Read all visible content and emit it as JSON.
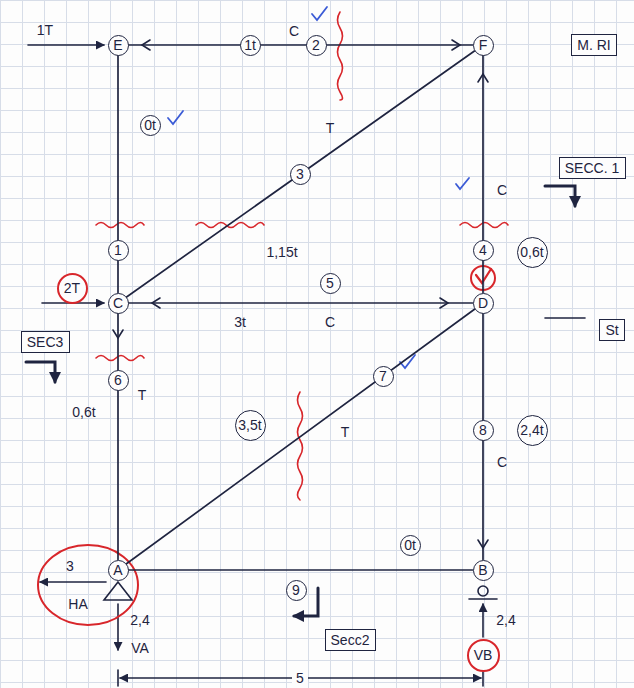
{
  "diagram": {
    "nodes": [
      {
        "text": [
          "E"
        ]
      },
      {
        "text": [
          "1t"
        ]
      },
      {
        "text": [
          "2"
        ]
      },
      {
        "text": [
          "F"
        ]
      },
      {
        "text": [
          "M. RI"
        ]
      },
      {
        "text": [
          "0t"
        ]
      },
      {
        "text": [
          "3"
        ]
      },
      {
        "text": [
          "SECC. 1"
        ]
      },
      {
        "text": [
          "1"
        ]
      },
      {
        "text": [
          "4"
        ]
      },
      {
        "text": [
          "0,6t"
        ]
      },
      {
        "text": [
          "2T"
        ]
      },
      {
        "text": [
          "C"
        ]
      },
      {
        "text": [
          "5"
        ]
      },
      {
        "text": [
          "D"
        ]
      },
      {
        "text": [
          "St"
        ]
      },
      {
        "text": [
          "SEC3"
        ]
      },
      {
        "text": [
          "6"
        ]
      },
      {
        "text": [
          "7"
        ]
      },
      {
        "text": [
          "3,5t"
        ]
      },
      {
        "text": [
          "8"
        ]
      },
      {
        "text": [
          "2,4t"
        ]
      },
      {
        "text": [
          "A"
        ]
      },
      {
        "text": [
          "0t"
        ]
      },
      {
        "text": [
          "B"
        ]
      },
      {
        "text": [
          "9"
        ]
      },
      {
        "text": [
          "Secc2"
        ]
      },
      {
        "text": [
          "VB"
        ]
      }
    ],
    "edges": [
      {
        "from": 0,
        "to": 3,
        "arrow": "none"
      },
      {
        "from": 0,
        "to": 12,
        "arrow": "none"
      },
      {
        "from": 12,
        "to": 3,
        "arrow": "none"
      },
      {
        "from": 3,
        "to": 14,
        "arrow": "none"
      },
      {
        "from": 12,
        "to": 14,
        "arrow": "none"
      },
      {
        "from": 12,
        "to": 22,
        "arrow": "none"
      },
      {
        "from": 22,
        "to": 14,
        "arrow": "none"
      },
      {
        "from": 14,
        "to": 24,
        "arrow": "none"
      },
      {
        "from": 22,
        "to": 24,
        "arrow": "none"
      }
    ],
    "labels": [
      "1T",
      "C",
      "T",
      "1,15t",
      "C",
      "3t",
      "C",
      "T",
      "0,6t",
      "T",
      "C",
      "3",
      "HA",
      "2,4",
      "VA",
      "2,4",
      "5"
    ]
  }
}
